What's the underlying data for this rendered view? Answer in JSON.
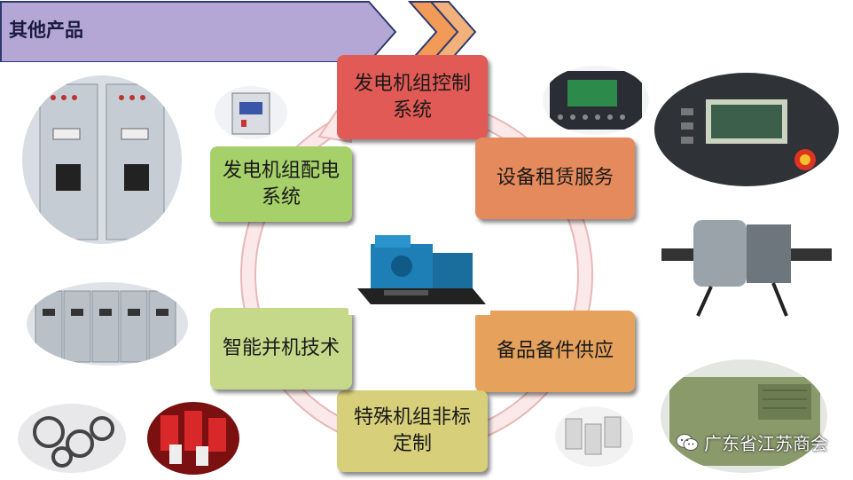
{
  "header": {
    "title": "其他产品"
  },
  "cycle": {
    "items": [
      {
        "id": "control",
        "label": "发电机组控制系统",
        "color": "#e15a55"
      },
      {
        "id": "rental",
        "label": "设备租赁服务",
        "color": "#e58a5c"
      },
      {
        "id": "parts",
        "label": "备品备件供应",
        "color": "#e6a25c"
      },
      {
        "id": "special",
        "label": "特殊机组非标定制",
        "color": "#d8cf7a"
      },
      {
        "id": "parallel",
        "label": "智能并机技术",
        "color": "#c6d98a"
      },
      {
        "id": "distribution",
        "label": "发电机组配电系统",
        "color": "#a6d16a"
      }
    ]
  },
  "watermark": {
    "text": "广东省江苏商会",
    "icon": "wechat-icon"
  },
  "colors": {
    "banner": "#b4a7d6",
    "banner_border": "#2e3a6e",
    "chevron": "#f0a060",
    "ring": "#f5d8d8"
  }
}
